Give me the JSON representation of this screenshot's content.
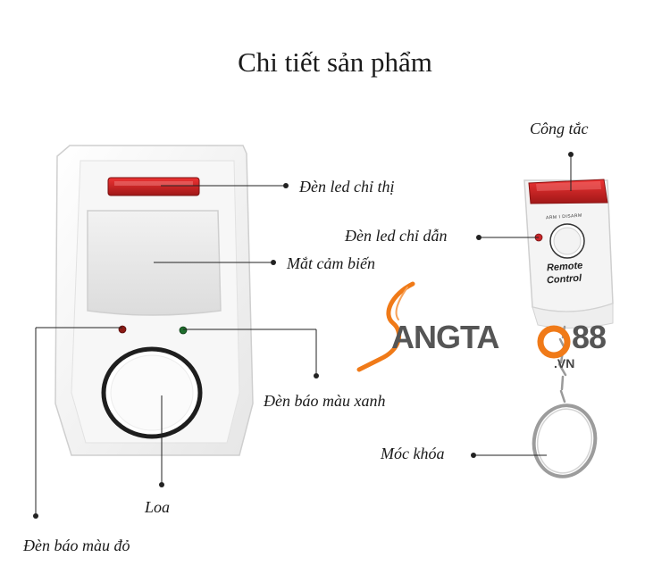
{
  "title": "Chi tiết sản phẩm",
  "labels": {
    "indicator_led": "Đèn led chỉ thị",
    "sensor_eye": "Mắt cảm biến",
    "green_light": "Đèn báo màu xanh",
    "speaker": "Loa",
    "red_light": "Đèn báo màu đỏ",
    "switch": "Công tắc",
    "guide_led": "Đèn led chỉ dẫn",
    "keychain": "Móc khóa"
  },
  "remote": {
    "line1": "Remote",
    "line2": "Control",
    "arm": "ARM  I  DISARM"
  },
  "logo": {
    "part1": "ANGTA",
    "part2": "88",
    "sub": ".VN"
  },
  "colors": {
    "logo_orange": "#f07a18",
    "logo_gray": "#555555",
    "led_red": "#c8262a"
  }
}
